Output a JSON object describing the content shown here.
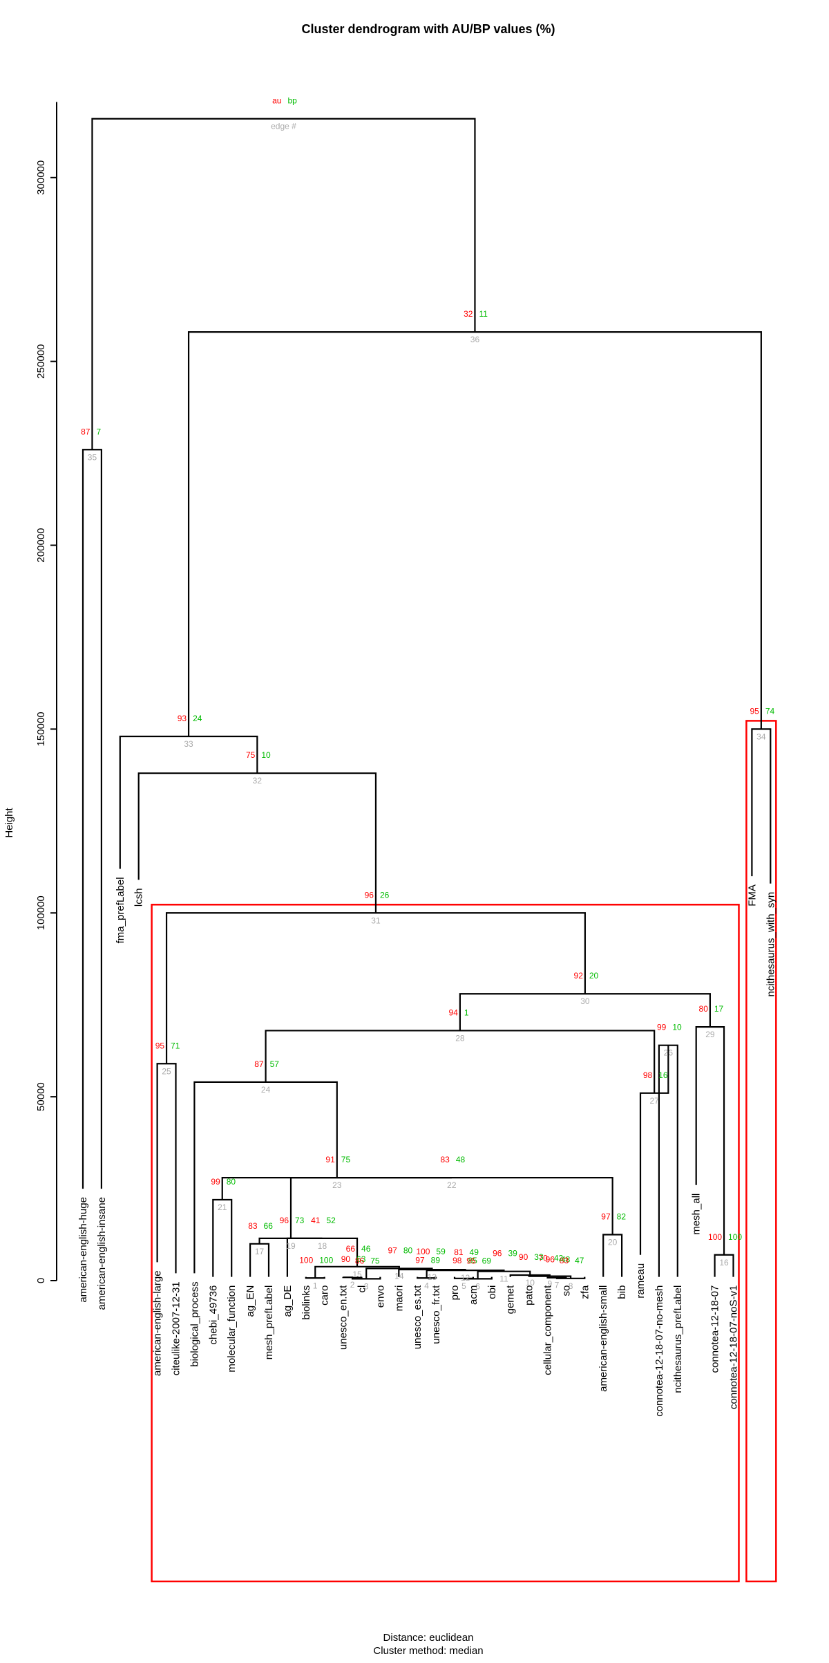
{
  "chart_data": {
    "type": "dendrogram",
    "title": "Cluster dendrogram with AU/BP values (%)",
    "ylabel": "Height",
    "ylim": [
      0,
      320000
    ],
    "yticks": [
      0,
      50000,
      100000,
      150000,
      200000,
      250000,
      300000
    ],
    "yticklabels": [
      "0",
      "50000",
      "100000",
      "150000",
      "200000",
      "250000",
      "300000"
    ],
    "distance_label": "Distance:  euclidean",
    "method_label": "Cluster method: median",
    "legend": {
      "au": "au",
      "bp": "bp",
      "edge": "edge #"
    },
    "colors": {
      "au": "#ff0000",
      "bp": "#00bb00",
      "edge": "#aaaaaa",
      "line": "#000000",
      "box": "#ff0000"
    },
    "leaves": [
      "american-english-huge",
      "american-english-insane",
      "fma_prefLabel",
      "lcsh",
      "american-english-large",
      "citeulike-2007-12-31",
      "biological_process",
      "chebi_49736",
      "molecular_function",
      "ag_EN",
      "mesh_prefLabel",
      "ag_DE",
      "biolinks",
      "caro",
      "unesco_en.txt",
      "cl",
      "envo",
      "maori",
      "unesco_es.txt",
      "unesco_fr.txt",
      "pro",
      "acm",
      "obi",
      "gemet",
      "pato",
      "cellular_component",
      "so",
      "zfa",
      "american-english-small",
      "bib",
      "rameau",
      "connotea-12-18-07-no-mesh",
      "ncithesaurus_prefLabel",
      "mesh_all",
      "connotea-12-18-07",
      "connotea-12-18-07-noS-v1",
      "FMA",
      "ncithesaurus_with_syn"
    ],
    "leaf_heights": [
      25000,
      25000,
      112000,
      109000,
      5000,
      2000,
      2000,
      1000,
      1000,
      1000,
      1000,
      1000,
      1000,
      1000,
      1000,
      1000,
      1000,
      1000,
      1000,
      1000,
      1000,
      1000,
      1000,
      1000,
      1000,
      1000,
      1000,
      1000,
      1000,
      1000,
      7000,
      1000,
      1000,
      26000,
      1000,
      1000,
      110000,
      108000
    ],
    "merges": [
      {
        "id": 1,
        "a": [
          "L",
          12
        ],
        "b": [
          "L",
          13
        ],
        "height": 700,
        "au": "100",
        "bp": "100"
      },
      {
        "id": 2,
        "a": [
          "L",
          14
        ],
        "b": [
          "L",
          15
        ],
        "height": 900,
        "au": "90",
        "bp": "63"
      },
      {
        "id": 3,
        "a": [
          "N",
          2
        ],
        "b": [
          "L",
          16
        ],
        "height": 500,
        "au": "86",
        "bp": "75"
      },
      {
        "id": 4,
        "a": [
          "L",
          18
        ],
        "b": [
          "L",
          19
        ],
        "height": 700,
        "au": "97",
        "bp": "89"
      },
      {
        "id": 5,
        "a": [
          "L",
          20
        ],
        "b": [
          "L",
          21
        ],
        "height": 600,
        "au": "98",
        "bp": "85"
      },
      {
        "id": 6,
        "a": [
          "N",
          5
        ],
        "b": [
          "L",
          22
        ],
        "height": 500,
        "au": "95",
        "bp": "69"
      },
      {
        "id": 7,
        "a": [
          "L",
          25
        ],
        "b": [
          "L",
          26
        ],
        "height": 800,
        "au": "96",
        "bp": "48"
      },
      {
        "id": 8,
        "a": [
          "N",
          7
        ],
        "b": [
          "L",
          27
        ],
        "height": 600,
        "au": "83",
        "bp": "47"
      },
      {
        "id": 9,
        "a": [
          "L",
          24
        ],
        "b": [
          "N",
          8
        ],
        "height": 1200,
        "au": "70",
        "bp": "42"
      },
      {
        "id": 10,
        "a": [
          "L",
          23
        ],
        "b": [
          "N",
          9
        ],
        "height": 1500,
        "au": "90",
        "bp": "33"
      },
      {
        "id": 11,
        "a": [
          "N",
          6
        ],
        "b": [
          "N",
          10
        ],
        "height": 2500,
        "au": "96",
        "bp": "39"
      },
      {
        "id": 12,
        "a": [
          "N",
          4
        ],
        "b": [
          "N",
          11
        ],
        "height": 2800,
        "au": "81",
        "bp": "49"
      },
      {
        "id": 13,
        "a": [
          "L",
          17
        ],
        "b": [
          "N",
          12
        ],
        "height": 3000,
        "au": "100",
        "bp": "59"
      },
      {
        "id": 14,
        "a": [
          "N",
          3
        ],
        "b": [
          "N",
          13
        ],
        "height": 3300,
        "au": "97",
        "bp": "80"
      },
      {
        "id": 15,
        "a": [
          "N",
          1
        ],
        "b": [
          "N",
          14
        ],
        "height": 3800,
        "au": "66",
        "bp": "46"
      },
      {
        "id": 16,
        "a": [
          "L",
          34
        ],
        "b": [
          "L",
          35
        ],
        "height": 7000,
        "au": "100",
        "bp": "100"
      },
      {
        "id": 17,
        "a": [
          "L",
          9
        ],
        "b": [
          "L",
          10
        ],
        "height": 10000,
        "au": "83",
        "bp": "66"
      },
      {
        "id": 18,
        "a": [
          "L",
          11
        ],
        "b": [
          "N",
          15
        ],
        "height": 11500,
        "au": "41",
        "bp": "52"
      },
      {
        "id": 19,
        "a": [
          "N",
          17
        ],
        "b": [
          "N",
          18
        ],
        "height": 11500,
        "au": "96",
        "bp": "73"
      },
      {
        "id": 20,
        "a": [
          "L",
          28
        ],
        "b": [
          "L",
          29
        ],
        "height": 12500,
        "au": "97",
        "bp": "82"
      },
      {
        "id": 21,
        "a": [
          "L",
          7
        ],
        "b": [
          "L",
          8
        ],
        "height": 22000,
        "au": "99",
        "bp": "80"
      },
      {
        "id": 22,
        "a": [
          "N",
          19
        ],
        "b": [
          "N",
          20
        ],
        "height": 28000,
        "au": "83",
        "bp": "48"
      },
      {
        "id": 23,
        "a": [
          "N",
          21
        ],
        "b": [
          "N",
          22
        ],
        "height": 28000,
        "au": "91",
        "bp": "75"
      },
      {
        "id": 24,
        "a": [
          "L",
          6
        ],
        "b": [
          "N",
          23
        ],
        "height": 54000,
        "au": "87",
        "bp": "57"
      },
      {
        "id": 25,
        "a": [
          "L",
          4
        ],
        "b": [
          "L",
          5
        ],
        "height": 59000,
        "au": "95",
        "bp": "71"
      },
      {
        "id": 26,
        "a": [
          "L",
          31
        ],
        "b": [
          "L",
          32
        ],
        "height": 64000,
        "au": "99",
        "bp": "10"
      },
      {
        "id": 27,
        "a": [
          "L",
          30
        ],
        "b": [
          "N",
          26
        ],
        "height": 51000,
        "au": "98",
        "bp": "16"
      },
      {
        "id": 28,
        "a": [
          "N",
          24
        ],
        "b": [
          "N",
          27
        ],
        "height": 68000,
        "au": "94",
        "bp": "1"
      },
      {
        "id": 29,
        "a": [
          "L",
          33
        ],
        "b": [
          "N",
          16
        ],
        "height": 69000,
        "au": "80",
        "bp": "17"
      },
      {
        "id": 30,
        "a": [
          "N",
          28
        ],
        "b": [
          "N",
          29
        ],
        "height": 78000,
        "au": "92",
        "bp": "20"
      },
      {
        "id": 31,
        "a": [
          "N",
          25
        ],
        "b": [
          "N",
          30
        ],
        "height": 100000,
        "au": "96",
        "bp": "26"
      },
      {
        "id": 32,
        "a": [
          "L",
          3
        ],
        "b": [
          "N",
          31
        ],
        "height": 138000,
        "au": "75",
        "bp": "10"
      },
      {
        "id": 33,
        "a": [
          "L",
          2
        ],
        "b": [
          "N",
          32
        ],
        "height": 148000,
        "au": "93",
        "bp": "24"
      },
      {
        "id": 34,
        "a": [
          "L",
          36
        ],
        "b": [
          "L",
          37
        ],
        "height": 150000,
        "au": "95",
        "bp": "74"
      },
      {
        "id": 35,
        "a": [
          "L",
          0
        ],
        "b": [
          "L",
          1
        ],
        "height": 226000,
        "au": "87",
        "bp": "7"
      },
      {
        "id": 36,
        "a": [
          "N",
          33
        ],
        "b": [
          "N",
          34
        ],
        "height": 258000,
        "au": "32",
        "bp": "11"
      },
      {
        "id": 37,
        "a": [
          "N",
          35
        ],
        "b": [
          "N",
          36
        ],
        "height": 316000,
        "au": "",
        "bp": ""
      }
    ],
    "highlight_boxes": [
      {
        "first_leaf": 4,
        "last_leaf": 35
      },
      {
        "first_leaf": 36,
        "last_leaf": 37
      }
    ]
  }
}
